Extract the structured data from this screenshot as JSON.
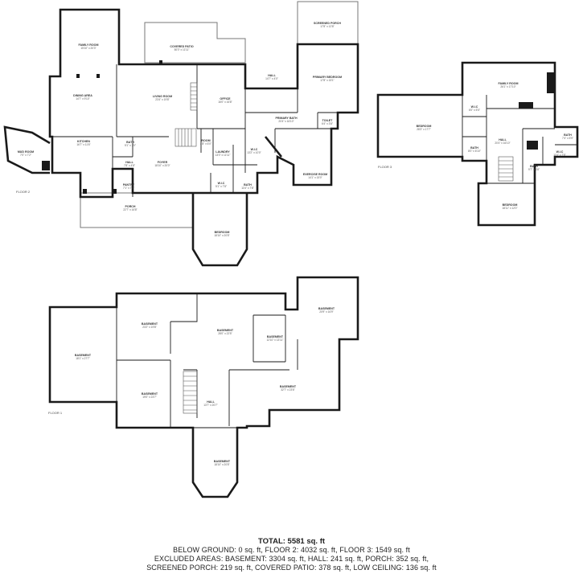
{
  "floor_labels": {
    "floor2": "FLOOR 2",
    "floor3": "FLOOR 3",
    "floor1": "FLOOR 1"
  },
  "rooms": {
    "family_room": {
      "name": "FAMILY ROOM",
      "dim": "15'10\" x 20'3\""
    },
    "covered_patio": {
      "name": "COVERED PATIO",
      "dim": "50'0\" x 11'11\""
    },
    "screened_porch": {
      "name": "SCREENED PORCH",
      "dim": "17'8\" x 12'8\""
    },
    "dining_area": {
      "name": "DINING AREA",
      "dim": "14'7\" x 9'10\""
    },
    "living_room": {
      "name": "LIVING ROOM",
      "dim": "23'4\" x 19'8\""
    },
    "office": {
      "name": "OFFICE",
      "dim": "16'0\" x 16'8\""
    },
    "hall_upper": {
      "name": "HALL",
      "dim": "14'7\" x 4'0\""
    },
    "primary_bedroom": {
      "name": "PRIMARY BEDROOM",
      "dim": "17'8\" x 15'1\""
    },
    "primary_bath": {
      "name": "PRIMARY BATH",
      "dim": "20'4\" x 16'10\""
    },
    "toilet": {
      "name": "TOILET",
      "dim": "6'4\" x 3'8\""
    },
    "mud_room": {
      "name": "MUD ROOM",
      "dim": "7'0\" x 7'2\""
    },
    "kitchen": {
      "name": "KITCHEN",
      "dim": "16'7\" x 11'6\""
    },
    "bath_kitchen": {
      "name": "BATH",
      "dim": "5'1\" x 7'0\""
    },
    "room": {
      "name": "ROOM",
      "dim": "4'8\" x 6'0\""
    },
    "laundry": {
      "name": "LAUNDRY",
      "dim": "13'0\" x 11'11\""
    },
    "wic_primary": {
      "name": "W.I.C",
      "dim": "13'2\" x 10'0\""
    },
    "foyer": {
      "name": "FOYER",
      "dim": "18'10\" x 20'0\""
    },
    "hall_kitchen": {
      "name": "HALL",
      "dim": "7'8\" x 4'8\""
    },
    "pantry": {
      "name": "PANTRY",
      "dim": "7'1\" x 7'7\""
    },
    "wic_lower": {
      "name": "W.I.C",
      "dim": "5'1\" x 7'8\""
    },
    "bath_lower": {
      "name": "BATH",
      "dim": "11'6\" x 7'8\""
    },
    "exercise_room": {
      "name": "EXERCISE ROOM",
      "dim": "14'1\" x 15'0\""
    },
    "porch": {
      "name": "PORCH",
      "dim": "22'7\" x 16'8\""
    },
    "bedroom_main": {
      "name": "BEDROOM",
      "dim": "18'10\" x 20'8\""
    },
    "f3_family_room": {
      "name": "FAMILY ROOM",
      "dim": "26'1\" x 17'10\""
    },
    "f3_bedroom_left": {
      "name": "BEDROOM",
      "dim": "28'3\" x 17'7\""
    },
    "f3_wic": {
      "name": "W.I.C",
      "dim": "6'0\" x 5'5\""
    },
    "f3_hall": {
      "name": "HALL",
      "dim": "20'4\" x 16'10\""
    },
    "f3_bath_a": {
      "name": "BATH",
      "dim": "8'0\" x 6'10\""
    },
    "f3_bath_b": {
      "name": "BATH",
      "dim": "7'4\" x 5'9\""
    },
    "f3_wic_b": {
      "name": "W.I.C",
      "dim": "11'6\" x 7'8\""
    },
    "f3_bath_c": {
      "name": "BATH",
      "dim": "9'7\" x 6'8\""
    },
    "f3_bedroom_bottom": {
      "name": "BEDROOM",
      "dim": "18'11\" x 12'0\""
    },
    "b_left": {
      "name": "BASEMENT",
      "dim": "18'1\" x 27'7\""
    },
    "b_top_left": {
      "name": "BASEMENT",
      "dim": "23'2\" x 19'8\""
    },
    "b_top_center": {
      "name": "BASEMENT",
      "dim": "28'0\" x 22'5\""
    },
    "b_small": {
      "name": "BASEMENT",
      "dim": "12'10\" x 13'11\""
    },
    "b_top_right": {
      "name": "BASEMENT",
      "dim": "20'9\" x 16'9\""
    },
    "b_bottom_left": {
      "name": "BASEMENT",
      "dim": "19'0\" x 23'7\""
    },
    "b_hall": {
      "name": "HALL",
      "dim": "13'7\" x 20'7\""
    },
    "b_right": {
      "name": "BASEMENT",
      "dim": "32'7\" x 23'6\""
    },
    "b_bottom": {
      "name": "BASEMENT",
      "dim": "18'10\" x 20'8\""
    }
  },
  "summary": {
    "total": "TOTAL: 5581 sq. ft",
    "line1": "BELOW GROUND: 0 sq. ft, FLOOR 2: 4032 sq. ft, FLOOR 3: 1549 sq. ft",
    "line2": "EXCLUDED AREAS: BASEMENT: 3304 sq. ft, HALL: 241 sq. ft, PORCH: 352 sq. ft,",
    "line3": "SCREENED PORCH: 219 sq. ft, COVERED PATIO: 378 sq. ft, LOW CEILING: 136 sq. ft"
  }
}
